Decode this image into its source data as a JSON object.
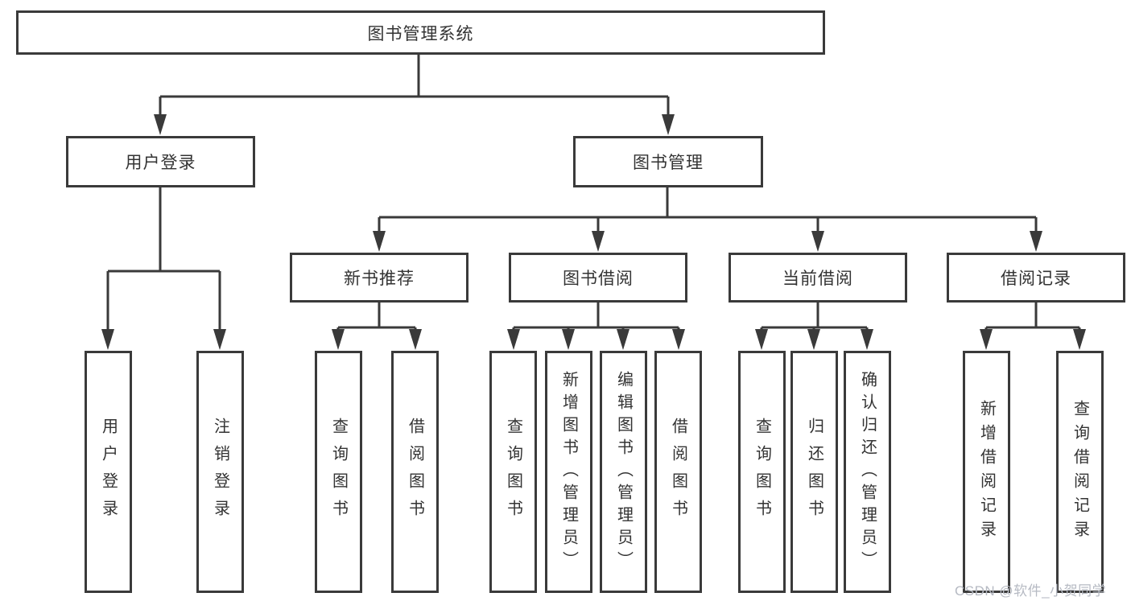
{
  "tree": {
    "label": "图书管理系统",
    "children": [
      {
        "label": "用户登录",
        "children": [
          {
            "label": "用户登录"
          },
          {
            "label": "注销登录"
          }
        ]
      },
      {
        "label": "图书管理",
        "children": [
          {
            "label": "新书推荐",
            "children": [
              {
                "label": "查询图书"
              },
              {
                "label": "借阅图书"
              }
            ]
          },
          {
            "label": "图书借阅",
            "children": [
              {
                "label": "查询图书"
              },
              {
                "label": "新增图书（管理员）"
              },
              {
                "label": "编辑图书（管理员）"
              },
              {
                "label": "借阅图书"
              }
            ]
          },
          {
            "label": "当前借阅",
            "children": [
              {
                "label": "查询图书"
              },
              {
                "label": "归还图书"
              },
              {
                "label": "确认归还（管理员）"
              }
            ]
          },
          {
            "label": "借阅记录",
            "children": [
              {
                "label": "新增借阅记录"
              },
              {
                "label": "查询借阅记录"
              }
            ]
          }
        ]
      }
    ]
  },
  "watermark": "CSDN @软件_小贺同学",
  "colors": {
    "line": "#3a3a3a",
    "text": "#333333",
    "box_fill": "#ffffff",
    "background": "#ffffff",
    "watermark": "#b6bac3"
  }
}
